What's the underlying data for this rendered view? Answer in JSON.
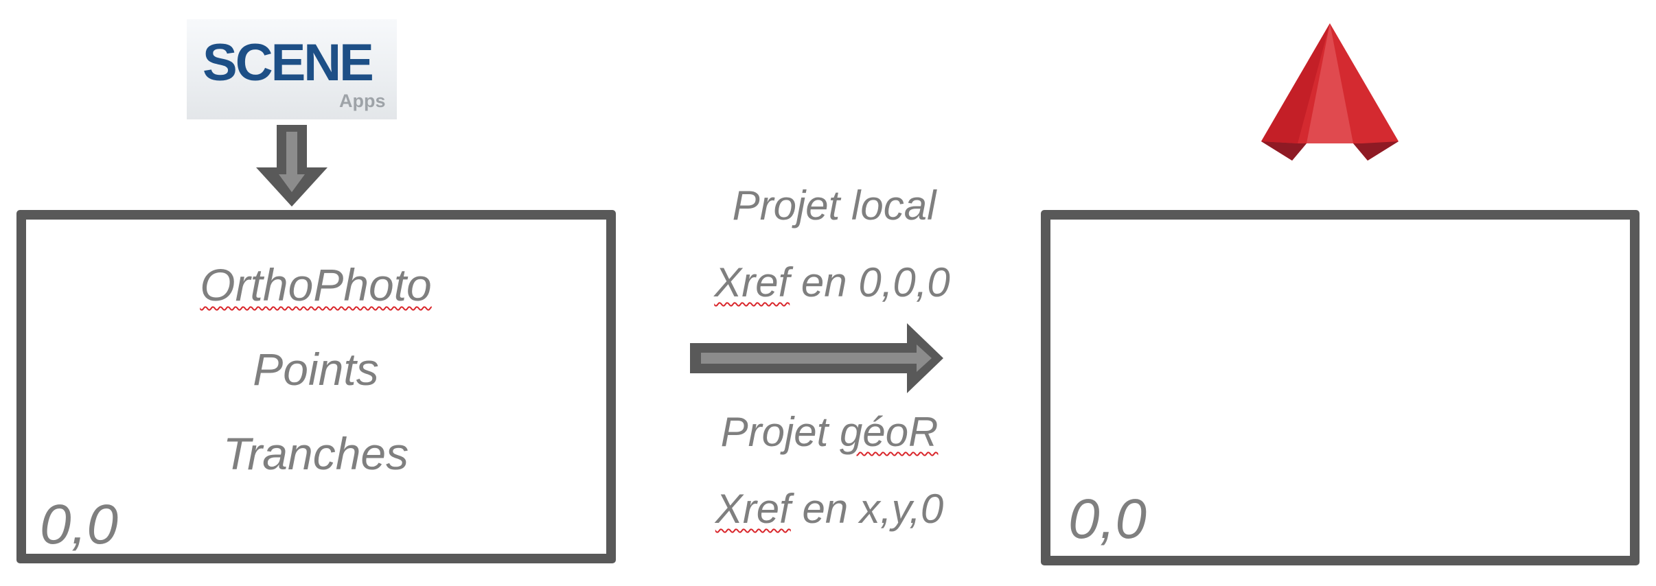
{
  "logo": {
    "name": "SCENE",
    "sub": "Apps",
    "brand_color": "#1d4f86"
  },
  "left_box": {
    "items": [
      "OrthoPhoto",
      "Points",
      "Tranches"
    ],
    "origin": "0,0"
  },
  "middle": {
    "local_title": "Projet local",
    "local_xref": "Xref",
    "local_pos": " en 0,0,0",
    "geo_prefix": "Projet ",
    "geo_word": "géoR",
    "geo_xref": "Xref",
    "geo_pos": " en x,y,0"
  },
  "right_box": {
    "origin": "0,0"
  },
  "colors": {
    "box_border": "#595959",
    "text": "#7f7f7f",
    "cad_red": "#d42a30",
    "spell_underline": "#d9262b"
  },
  "icons": {
    "top_right": "autocad-logo-icon",
    "down": "down-arrow-icon",
    "right": "right-arrow-icon"
  }
}
